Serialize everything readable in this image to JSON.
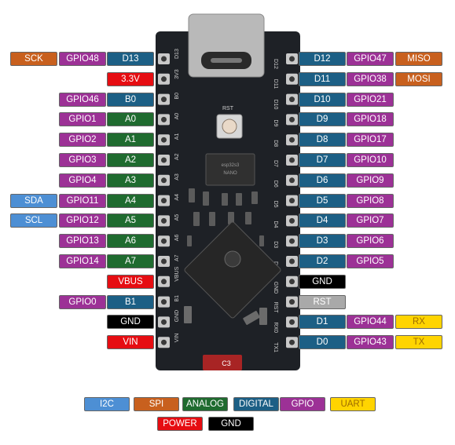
{
  "left_column": [
    {
      "pins": [
        {
          "text": "SCK",
          "cls": "sck"
        },
        {
          "text": "GPIO48",
          "cls": "gpio"
        },
        {
          "text": "D13",
          "cls": "digital"
        }
      ]
    },
    {
      "pins": [
        {
          "text": "3.3V",
          "cls": "power"
        }
      ]
    },
    {
      "pins": [
        {
          "text": "GPIO46",
          "cls": "gpio"
        },
        {
          "text": "B0",
          "cls": "digital"
        }
      ]
    },
    {
      "pins": [
        {
          "text": "GPIO1",
          "cls": "gpio"
        },
        {
          "text": "A0",
          "cls": "analog"
        }
      ]
    },
    {
      "pins": [
        {
          "text": "GPIO2",
          "cls": "gpio"
        },
        {
          "text": "A1",
          "cls": "analog"
        }
      ]
    },
    {
      "pins": [
        {
          "text": "GPIO3",
          "cls": "gpio"
        },
        {
          "text": "A2",
          "cls": "analog"
        }
      ]
    },
    {
      "pins": [
        {
          "text": "GPIO4",
          "cls": "gpio"
        },
        {
          "text": "A3",
          "cls": "analog"
        }
      ]
    },
    {
      "pins": [
        {
          "text": "SDA",
          "cls": "i2c"
        },
        {
          "text": "GPIO11",
          "cls": "gpio"
        },
        {
          "text": "A4",
          "cls": "analog"
        }
      ]
    },
    {
      "pins": [
        {
          "text": "SCL",
          "cls": "i2c"
        },
        {
          "text": "GPIO12",
          "cls": "gpio"
        },
        {
          "text": "A5",
          "cls": "analog"
        }
      ]
    },
    {
      "pins": [
        {
          "text": "GPIO13",
          "cls": "gpio"
        },
        {
          "text": "A6",
          "cls": "analog"
        }
      ]
    },
    {
      "pins": [
        {
          "text": "GPIO14",
          "cls": "gpio"
        },
        {
          "text": "A7",
          "cls": "analog"
        }
      ]
    },
    {
      "pins": [
        {
          "text": "VBUS",
          "cls": "power"
        }
      ]
    },
    {
      "pins": [
        {
          "text": "GPIO0",
          "cls": "gpio"
        },
        {
          "text": "B1",
          "cls": "digital"
        }
      ]
    },
    {
      "pins": [
        {
          "text": "GND",
          "cls": "gnd"
        }
      ]
    },
    {
      "pins": [
        {
          "text": "VIN",
          "cls": "power"
        }
      ]
    }
  ],
  "right_column": [
    {
      "pins": [
        {
          "text": "D12",
          "cls": "digital"
        },
        {
          "text": "GPIO47",
          "cls": "gpio"
        },
        {
          "text": "MISO",
          "cls": "miso"
        }
      ]
    },
    {
      "pins": [
        {
          "text": "D11",
          "cls": "digital"
        },
        {
          "text": "GPIO38",
          "cls": "gpio"
        },
        {
          "text": "MOSI",
          "cls": "mosi"
        }
      ]
    },
    {
      "pins": [
        {
          "text": "D10",
          "cls": "digital"
        },
        {
          "text": "GPIO21",
          "cls": "gpio"
        }
      ]
    },
    {
      "pins": [
        {
          "text": "D9",
          "cls": "digital"
        },
        {
          "text": "GPIO18",
          "cls": "gpio"
        }
      ]
    },
    {
      "pins": [
        {
          "text": "D8",
          "cls": "digital"
        },
        {
          "text": "GPIO17",
          "cls": "gpio"
        }
      ]
    },
    {
      "pins": [
        {
          "text": "D7",
          "cls": "digital"
        },
        {
          "text": "GPIO10",
          "cls": "gpio"
        }
      ]
    },
    {
      "pins": [
        {
          "text": "D6",
          "cls": "digital"
        },
        {
          "text": "GPIO9",
          "cls": "gpio"
        }
      ]
    },
    {
      "pins": [
        {
          "text": "D5",
          "cls": "digital"
        },
        {
          "text": "GPIO8",
          "cls": "gpio"
        }
      ]
    },
    {
      "pins": [
        {
          "text": "D4",
          "cls": "digital"
        },
        {
          "text": "GPIO7",
          "cls": "gpio"
        }
      ]
    },
    {
      "pins": [
        {
          "text": "D3",
          "cls": "digital"
        },
        {
          "text": "GPIO6",
          "cls": "gpio"
        }
      ]
    },
    {
      "pins": [
        {
          "text": "D2",
          "cls": "digital"
        },
        {
          "text": "GPIO5",
          "cls": "gpio"
        }
      ]
    },
    {
      "pins": [
        {
          "text": "GND",
          "cls": "gnd"
        }
      ]
    },
    {
      "pins": [
        {
          "text": "RST",
          "cls": "rst"
        }
      ]
    },
    {
      "pins": [
        {
          "text": "D1",
          "cls": "digital"
        },
        {
          "text": "GPIO44",
          "cls": "gpio"
        },
        {
          "text": "RX",
          "cls": "uart"
        }
      ]
    },
    {
      "pins": [
        {
          "text": "D0",
          "cls": "digital"
        },
        {
          "text": "GPIO43",
          "cls": "gpio"
        },
        {
          "text": "TX",
          "cls": "uart"
        }
      ]
    }
  ],
  "legend": {
    "row1": [
      {
        "text": "I2C",
        "cls": "i2c"
      },
      {
        "text": "SPI",
        "cls": "spi"
      },
      {
        "text": "ANALOG",
        "cls": "analog"
      },
      {
        "text": "DIGITAL",
        "cls": "digital"
      },
      {
        "text": "GPIO",
        "cls": "gpio"
      },
      {
        "text": "UART",
        "cls": "uart"
      }
    ],
    "row2": [
      {
        "text": "POWER",
        "cls": "power"
      },
      {
        "text": "GND",
        "cls": "gnd"
      }
    ]
  },
  "board": {
    "chip_markings": [
      "esp32s3",
      "NANO",
      "ESP32-S3"
    ],
    "label_c3": "C3",
    "label_rst": "RST",
    "left_silk": [
      "D13",
      "3V3",
      "B0",
      "A0",
      "A1",
      "A2",
      "A3",
      "A4",
      "A5",
      "A6",
      "A7",
      "VBUS",
      "B1",
      "GND",
      "VIN"
    ],
    "right_silk": [
      "D12",
      "D11",
      "D10",
      "D9",
      "D8",
      "D7",
      "D6",
      "D5",
      "D4",
      "D3",
      "D2",
      "GND",
      "RST",
      "RX0",
      "TX1"
    ]
  },
  "colors": {
    "board": "#1e2126",
    "pad": "#c9c9c9",
    "usb": "#b9b9b9"
  }
}
